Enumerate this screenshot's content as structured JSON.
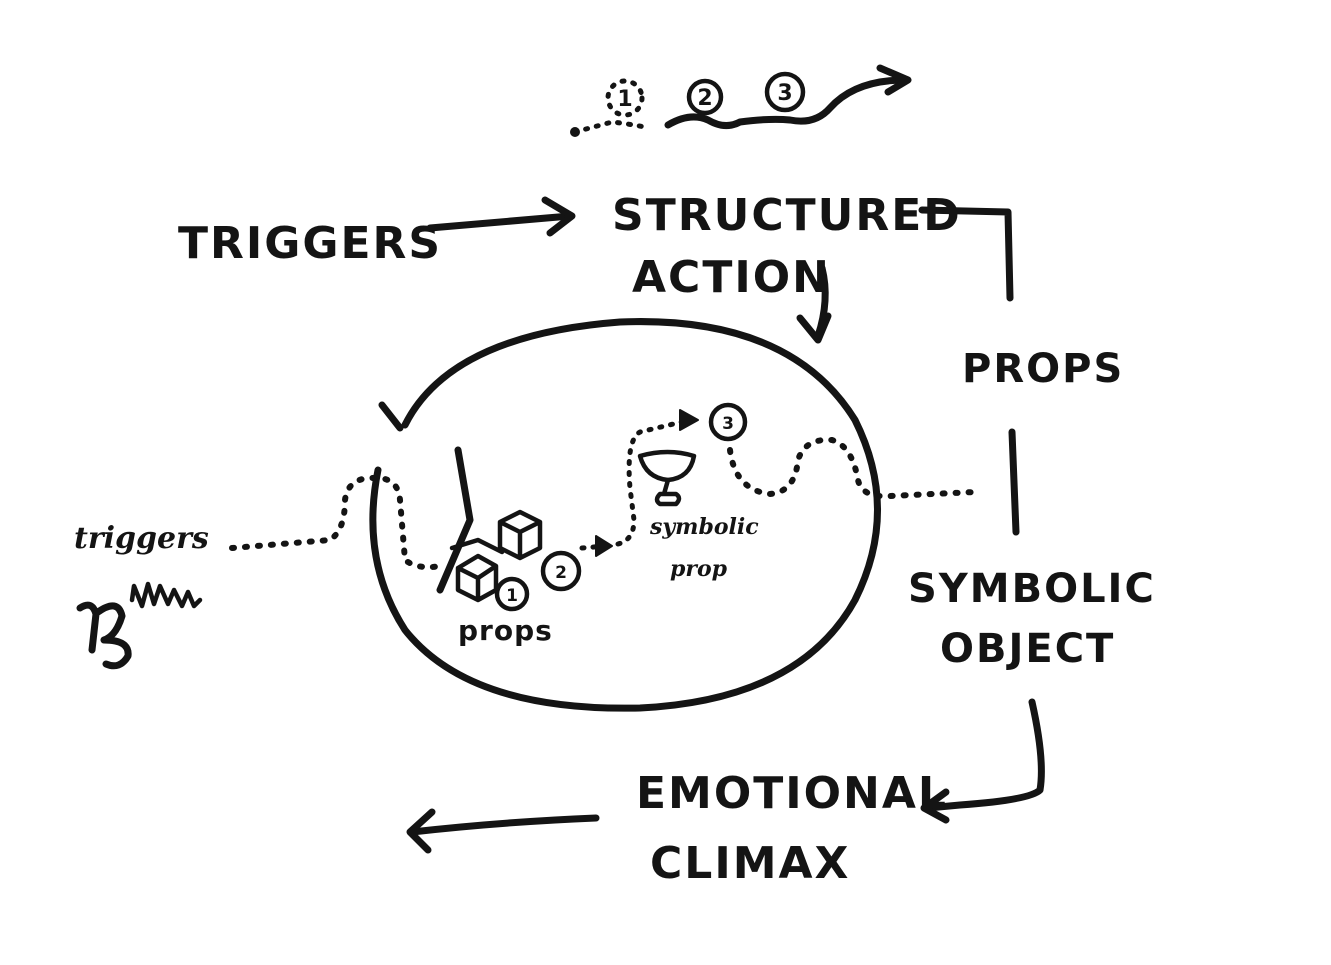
{
  "labels": {
    "triggers": "TRIGGERS",
    "structured_line1": "STRUCTURED",
    "structured_line2": "ACTION",
    "props_right": "PROPS",
    "symbolic_line1": "SYMBOLIC",
    "symbolic_line2": "OBJECT",
    "emotional_line1": "EMOTIONAL",
    "emotional_line2": "CLIMAX",
    "triggers_small": "triggers",
    "props_inner": "props",
    "symbolic_prop_line1": "symbolic",
    "symbolic_prop_line2": "prop"
  },
  "step_markers": {
    "top_1": "1",
    "top_2": "2",
    "top_3": "3",
    "inner_1": "1",
    "inner_2": "2",
    "inner_3": "3"
  }
}
